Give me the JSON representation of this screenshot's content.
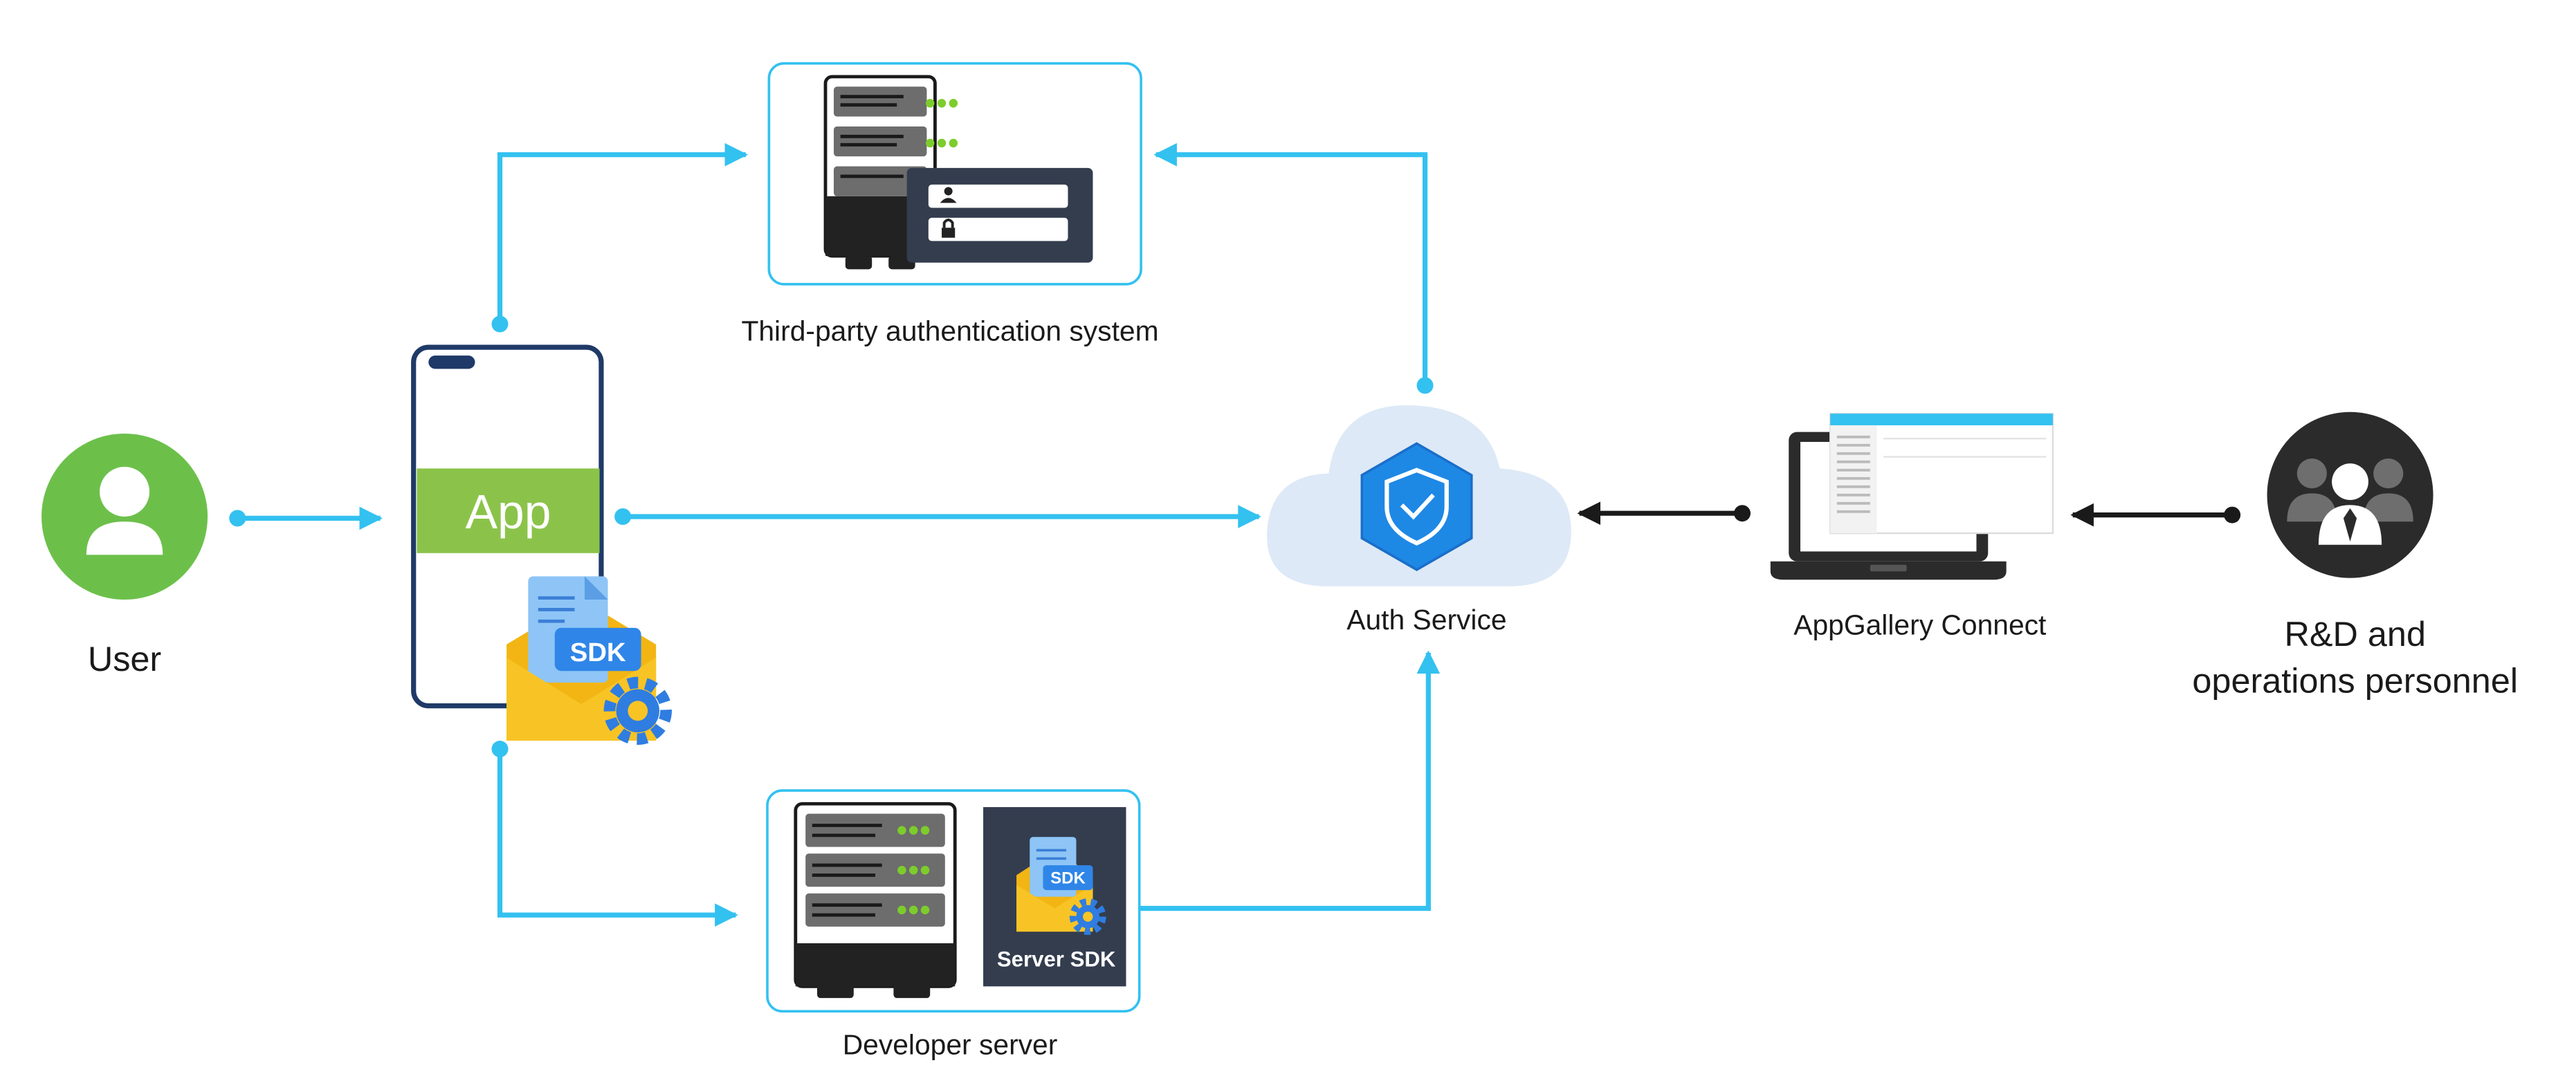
{
  "nodes": {
    "user": {
      "label": "User"
    },
    "app": {
      "label": "App",
      "sdk_label": "SDK"
    },
    "third_party": {
      "label": "Third-party authentication system"
    },
    "auth_service": {
      "label": "Auth Service"
    },
    "developer_server": {
      "label": "Developer server",
      "server_sdk_label": "Server SDK",
      "sdk_label": "SDK"
    },
    "appgallery": {
      "label": "AppGallery Connect"
    },
    "personnel": {
      "label_line1": "R&D and",
      "label_line2": "operations personnel"
    }
  },
  "edges": [
    {
      "from": "user",
      "to": "app"
    },
    {
      "from": "app",
      "to": "third_party"
    },
    {
      "from": "app",
      "to": "auth_service"
    },
    {
      "from": "app",
      "to": "developer_server"
    },
    {
      "from": "auth_service",
      "to": "third_party"
    },
    {
      "from": "developer_server",
      "to": "auth_service"
    },
    {
      "from": "appgallery",
      "to": "auth_service"
    },
    {
      "from": "personnel",
      "to": "appgallery"
    }
  ],
  "colors": {
    "connector": "#33c1f0",
    "dark_connector": "#1a1a1a",
    "app_green": "#8bc34a",
    "user_green": "#6cc04a",
    "auth_blue": "#1e88e5",
    "cloud": "#dde9f6",
    "panel_dark": "#333d4e",
    "sdk_blue": "#3b8ef0",
    "envelope": "#f8c425",
    "gear": "#2f7de1"
  },
  "icons": [
    "user-icon",
    "phone-icon",
    "sdk-icon",
    "server-icon",
    "login-card-icon",
    "shield-icon",
    "laptop-icon",
    "people-icon",
    "cloud-icon",
    "gear-icon"
  ]
}
